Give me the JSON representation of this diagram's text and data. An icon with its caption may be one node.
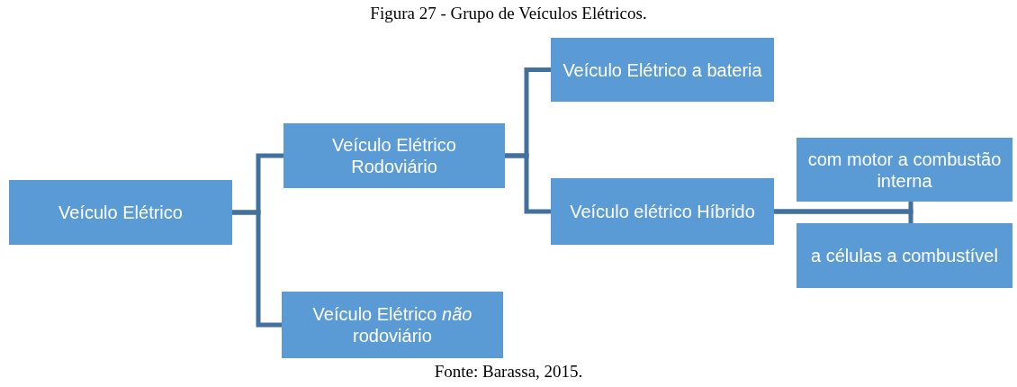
{
  "diagram": {
    "title": "Figura 27 - Grupo de Veículos Elétricos.",
    "caption": "Fonte: Barassa, 2015.",
    "nodes": [
      {
        "text": [
          "Veículo Elétrico"
        ]
      },
      {
        "text": [
          "Veículo Elétrico Rodoviário"
        ]
      },
      {
        "text": [
          "Veículo Elétrico *não* rodoviário"
        ]
      },
      {
        "text": [
          "Veículo Elétrico a bateria"
        ]
      },
      {
        "text": [
          "Veículo elétrico Híbrido"
        ]
      },
      {
        "text": [
          "com motor a combustão interna"
        ]
      },
      {
        "text": [
          "a células a combustível"
        ]
      }
    ],
    "edges": [
      {
        "from": 0,
        "to": 1,
        "arrow": "none"
      },
      {
        "from": 0,
        "to": 2,
        "arrow": "none"
      },
      {
        "from": 1,
        "to": 3,
        "arrow": "none"
      },
      {
        "from": 1,
        "to": 4,
        "arrow": "none"
      },
      {
        "from": 4,
        "to": 5,
        "arrow": "none"
      },
      {
        "from": 4,
        "to": 6,
        "arrow": "none"
      }
    ]
  }
}
